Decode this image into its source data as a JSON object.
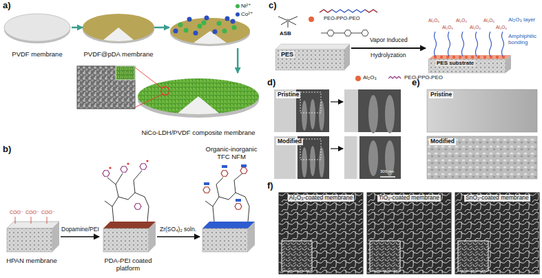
{
  "diagram": {
    "nodes": [
      {
        "text": [
          "PVDF membrane"
        ]
      },
      {
        "text": [
          "PVDF@pDA membrane"
        ]
      },
      {
        "text": [
          "Ni²⁺",
          "Co²⁺"
        ]
      },
      {
        "text": [
          "NiCo-LDH/PVDF composite membrane"
        ]
      },
      {
        "text": [
          "HPAN membrane"
        ]
      },
      {
        "text": [
          "PDA-PEI coated platform"
        ]
      },
      {
        "text": [
          "Organic-inorganic TFC NFM"
        ]
      },
      {
        "text": [
          "PES"
        ]
      },
      {
        "text": [
          "Al₂O₃ layer",
          "Amphiphilic bonding",
          "PES substrate"
        ]
      },
      {
        "text": [
          "Pristine"
        ]
      },
      {
        "text": [
          "Modified"
        ]
      },
      {
        "text": [
          "Pristine"
        ]
      },
      {
        "text": [
          "Modified"
        ]
      },
      {
        "text": [
          "Al₂O₃-coated membrane"
        ]
      },
      {
        "text": [
          "TiO₂-coated membrane"
        ]
      },
      {
        "text": [
          "SnO₂-coated membrane"
        ]
      }
    ],
    "edges": [
      {
        "from": 0,
        "to": 1,
        "arrow": "to"
      },
      {
        "from": 1,
        "to": 2,
        "arrow": "to"
      },
      {
        "from": 2,
        "to": 3,
        "arrow": "to"
      },
      {
        "from": 4,
        "to": 5,
        "label": "Dopamine/PEI",
        "arrow": "to"
      },
      {
        "from": 5,
        "to": 6,
        "label": "Zr(SO₄)₂ soln.",
        "arrow": "to"
      },
      {
        "from": 7,
        "to": 8,
        "label": "Vapor Induced",
        "arrow": "to"
      }
    ],
    "labels": [
      "a)",
      "b)",
      "c)",
      "d)",
      "e)",
      "f)",
      "COO⁻",
      "COO⁻",
      "COO⁻",
      "ASB",
      "PEO-PPO-PEO",
      "Hydrolyzation",
      "Al₂O₃",
      "Al₂O₃",
      "Al₂O₃",
      "Al₂O₃",
      "Al₂O₃",
      "Al₂O₃",
      "300 nm"
    ],
    "legend": [
      {
        "text": "Al₂O₃",
        "color": "#e8643c"
      },
      {
        "text": "PEO-PPO-PEO"
      }
    ]
  }
}
